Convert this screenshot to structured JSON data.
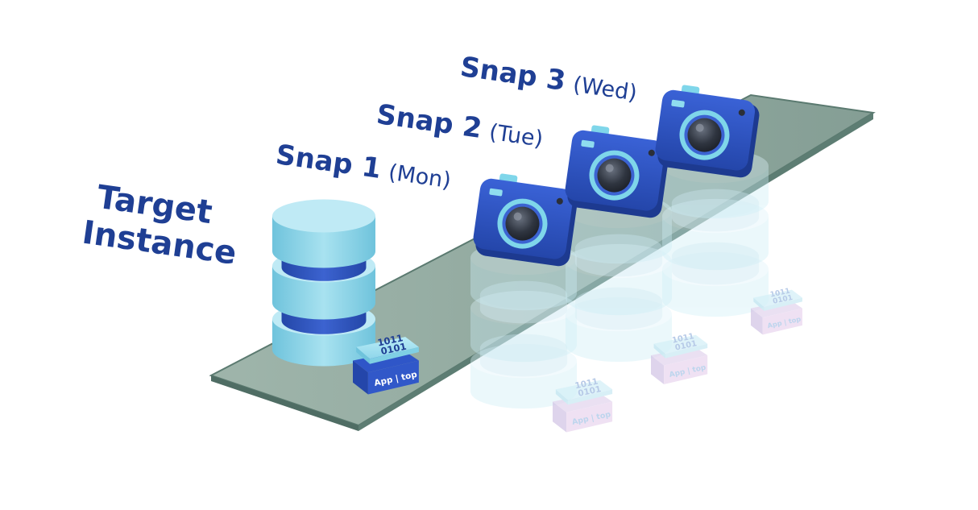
{
  "target": {
    "label_line1": "Target",
    "label_line2": "Instance",
    "app_label": "App | top",
    "binary_top": "1011",
    "binary_bottom": "0101"
  },
  "snapshots": [
    {
      "name": "Snap 1",
      "day": "(Mon)",
      "app_label": "App | top",
      "binary_top": "1011",
      "binary_bottom": "0101"
    },
    {
      "name": "Snap 2",
      "day": "(Tue)",
      "app_label": "App | top",
      "binary_top": "1011",
      "binary_bottom": "0101"
    },
    {
      "name": "Snap 3",
      "day": "(Wed)",
      "app_label": "App | top",
      "binary_top": "1011",
      "binary_bottom": "0101"
    }
  ],
  "colors": {
    "label_blue": "#1f3f94",
    "camera_blue": "#2f56c8",
    "camera_light": "#7fd6ea",
    "cylinder_light": "#8fd3e6",
    "cylinder_dark": "#2f56c8",
    "glass": "#7e9a8f"
  },
  "icons": [
    "database-icon",
    "camera-icon",
    "binary-chip-icon"
  ]
}
